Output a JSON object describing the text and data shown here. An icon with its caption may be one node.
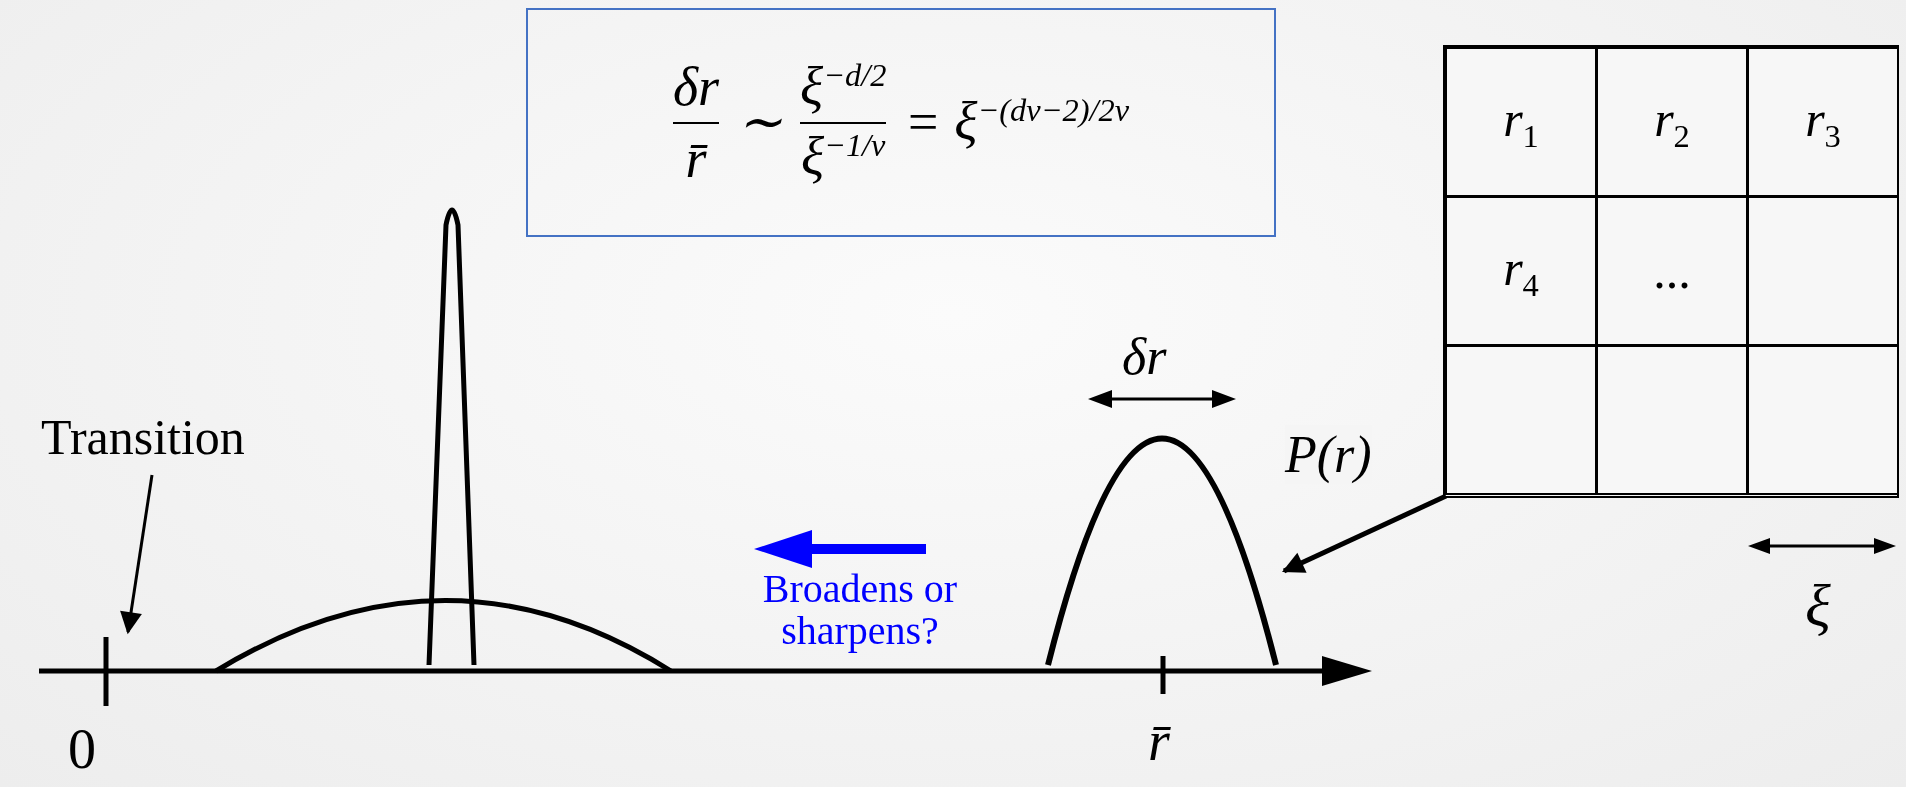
{
  "diagram": {
    "nodes": [
      {
        "text": [
          "δr",
          "r̄",
          "∼",
          "ξ$^{−d/2}$",
          "ξ$^{−1/ν}$",
          "= ξ$^{−(dν−2)/2ν}$"
        ]
      },
      {
        "text": [],
        "shape": "box"
      },
      {
        "text": [
          "r$_{1}$"
        ],
        "in": 1
      },
      {
        "text": [
          "r$_{2}$"
        ],
        "in": 1
      },
      {
        "text": [
          "r$_{3}$"
        ],
        "in": 1
      },
      {
        "text": [
          "r$_{4}$"
        ],
        "in": 1
      },
      {
        "text": [
          "..."
        ],
        "in": 1
      },
      {
        "text": [],
        "shape": "box",
        "in": 1
      },
      {
        "text": [],
        "shape": "box",
        "in": 1
      },
      {
        "text": [],
        "shape": "box",
        "in": 1
      },
      {
        "text": [],
        "shape": "box",
        "in": 1
      },
      {
        "text": [
          "Transition"
        ]
      },
      {
        "text": [],
        "shape": "picture"
      }
    ],
    "edges": [
      {
        "from": 11,
        "to": null,
        "arrow": "to"
      },
      {
        "from": 1,
        "to": 12,
        "arrow": "to",
        "label": "P(r)"
      }
    ],
    "labels": [
      "δr",
      "Broadens or sharpens?",
      "ξ",
      "0",
      "r̄"
    ]
  }
}
